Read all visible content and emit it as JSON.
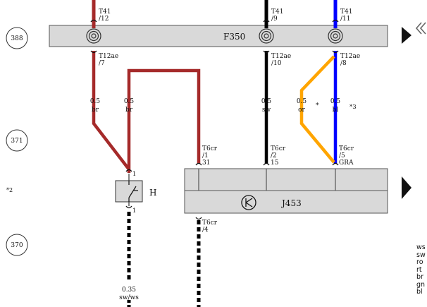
{
  "circles": [
    {
      "id": "388",
      "label": "388"
    },
    {
      "id": "371",
      "label": "371"
    },
    {
      "id": "370",
      "label": "370"
    }
  ],
  "bus_fuse": {
    "label": "F350"
  },
  "module": {
    "label": "J453"
  },
  "component_h": {
    "label": "H"
  },
  "top_connectors": [
    {
      "name": "T41",
      "pin": "/12"
    },
    {
      "name": "T41",
      "pin": "/9"
    },
    {
      "name": "T41",
      "pin": "/11"
    }
  ],
  "bus_connectors": [
    {
      "name": "T12ae",
      "pin": "/7"
    },
    {
      "name": "T12ae",
      "pin": "/10"
    },
    {
      "name": "T12ae",
      "pin": "/8"
    }
  ],
  "wires": [
    {
      "size": "0.5",
      "color": "br"
    },
    {
      "size": "0.5",
      "color": "br"
    },
    {
      "size": "0.5",
      "color": "sw"
    },
    {
      "size": "0.5",
      "color": "or"
    },
    {
      "size": "0.5",
      "color": "bl"
    }
  ],
  "wire_marks": {
    "star": "*",
    "star3": "*3",
    "star2": "*2"
  },
  "module_connectors": [
    {
      "name": "T6cr",
      "pin": "/1",
      "sub": "31"
    },
    {
      "name": "T6cr",
      "pin": "/2",
      "sub": "15"
    },
    {
      "name": "T6cr",
      "pin": "/5",
      "sub": "GRA"
    }
  ],
  "module_bottom_connector": {
    "name": "T6cr",
    "pin": "/4"
  },
  "h_pins": {
    "top": "1",
    "bottom": "1"
  },
  "bottom_wire": {
    "size": "0.35",
    "color": "sw/ws"
  },
  "legend": [
    "ws",
    "sw",
    "ro",
    "rt",
    "br",
    "gn",
    "bl"
  ],
  "colors": {
    "bus_fill": "#d9d9d9",
    "brown": "#a52a2a",
    "black": "#000000",
    "blue": "#0000ff",
    "orange": "#ffa500"
  },
  "icons": {
    "back": "chevron-left-icon",
    "arrow_top": "triangle-right-icon",
    "arrow_mid": "triangle-right-icon",
    "module_symbol": "transistor-icon"
  }
}
